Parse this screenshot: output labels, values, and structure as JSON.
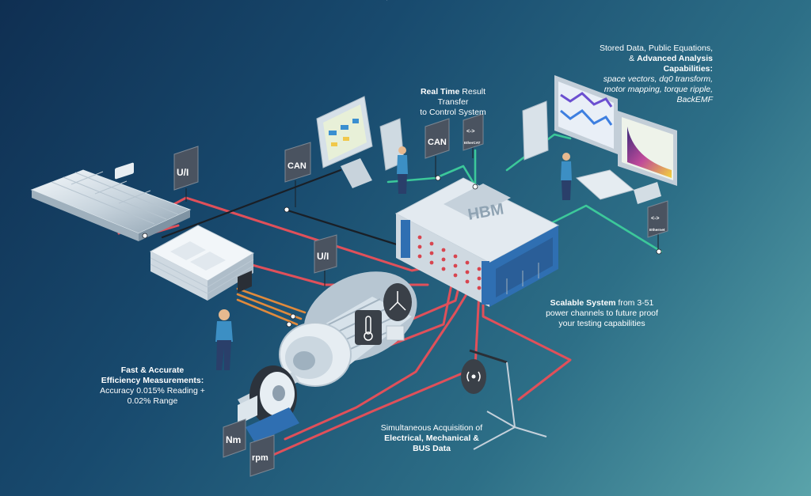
{
  "tags": {
    "ui_battery": "U/I",
    "can_left": "CAN",
    "ui_inverter": "U/I",
    "can_right": "CAN",
    "ethercat": "EtherCAT",
    "ethernet": "Ethernet",
    "torque": "Nm",
    "speed": "rpm"
  },
  "brand": {
    "logo_text": "HBM",
    "colors": {
      "cable_red": "#e0505a",
      "cable_green": "#3cc89a",
      "cable_orange": "#e08a3c"
    }
  },
  "captions": {
    "stored_data": {
      "line1": "Stored Data, Public Equations,",
      "line2_prefix": "& ",
      "line2_bold": "Advanced Analysis",
      "line3_bold": "Capabilities:",
      "line4": "space vectors, dq0 transform,",
      "line5": "motor mapping, torque ripple,",
      "line6": "BackEMF"
    },
    "realtime": {
      "bold": "Real Time",
      "rest": " Result Transfer",
      "line2": "to Control System"
    },
    "scalable": {
      "bold": "Scalable System",
      "rest": " from 3-51",
      "line2": "power channels to future proof",
      "line3": "your testing capabilities"
    },
    "efficiency": {
      "line1_bold": "Fast & Accurate",
      "line2_bold": "Efficiency Measurements:",
      "line3": "Accuracy 0.015% Reading +",
      "line4": "0.02% Range"
    },
    "simultaneous": {
      "line1": "Simultaneous Acquisition of",
      "line2_bold": "Electrical, Mechanical &",
      "line3_bold": "BUS Data"
    }
  },
  "icons": [
    "battery-icon",
    "inverter-icon",
    "motor-icon",
    "temperature-icon",
    "vibration-icon",
    "torque-flange-icon",
    "microphone-icon",
    "sound-icon",
    "hbm-data-acquisition-icon",
    "control-workstation-icon",
    "analysis-workstation-icon",
    "person-icon"
  ]
}
